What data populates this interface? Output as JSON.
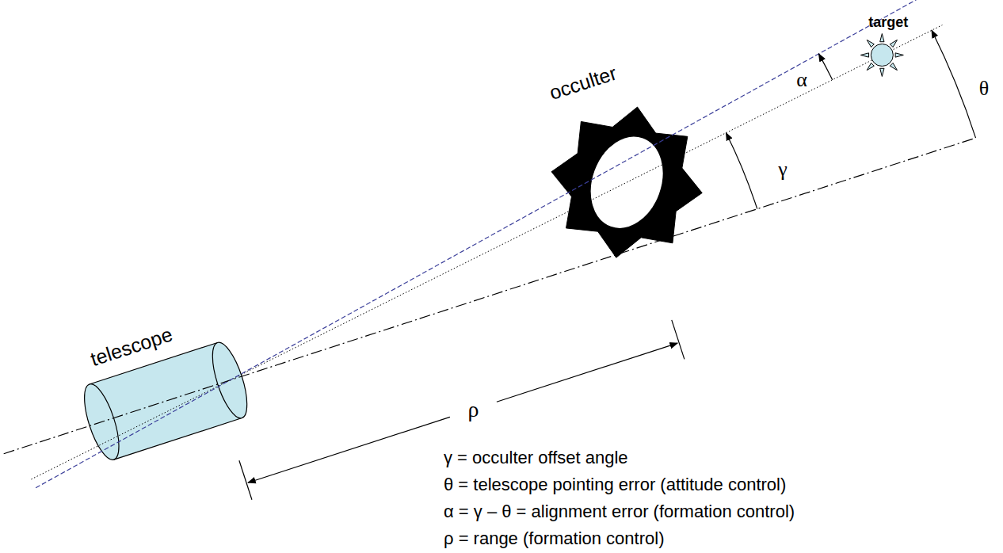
{
  "diagram": {
    "labels": [
      "occulter",
      "target",
      "telescope",
      "α",
      "γ",
      "θ",
      "ρ",
      "γ = occulter offset angle",
      "θ = telescope pointing error (attitude control)",
      "α = γ – θ = alignment error (formation control)",
      "ρ = range (formation control)"
    ]
  }
}
